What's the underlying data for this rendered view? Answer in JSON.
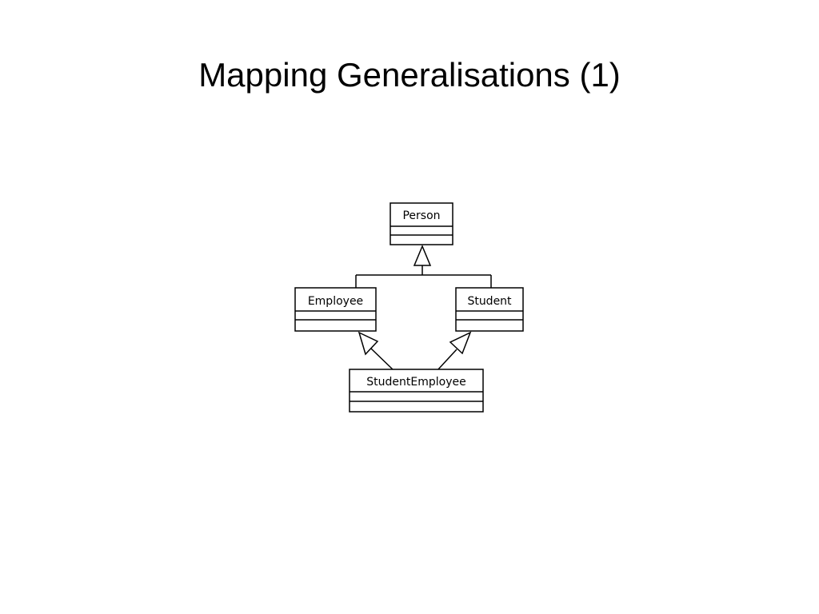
{
  "slide": {
    "title": "Mapping Generalisations (1)"
  },
  "diagram": {
    "classes": {
      "person": "Person",
      "employee": "Employee",
      "student": "Student",
      "student_employee": "StudentEmployee"
    }
  }
}
